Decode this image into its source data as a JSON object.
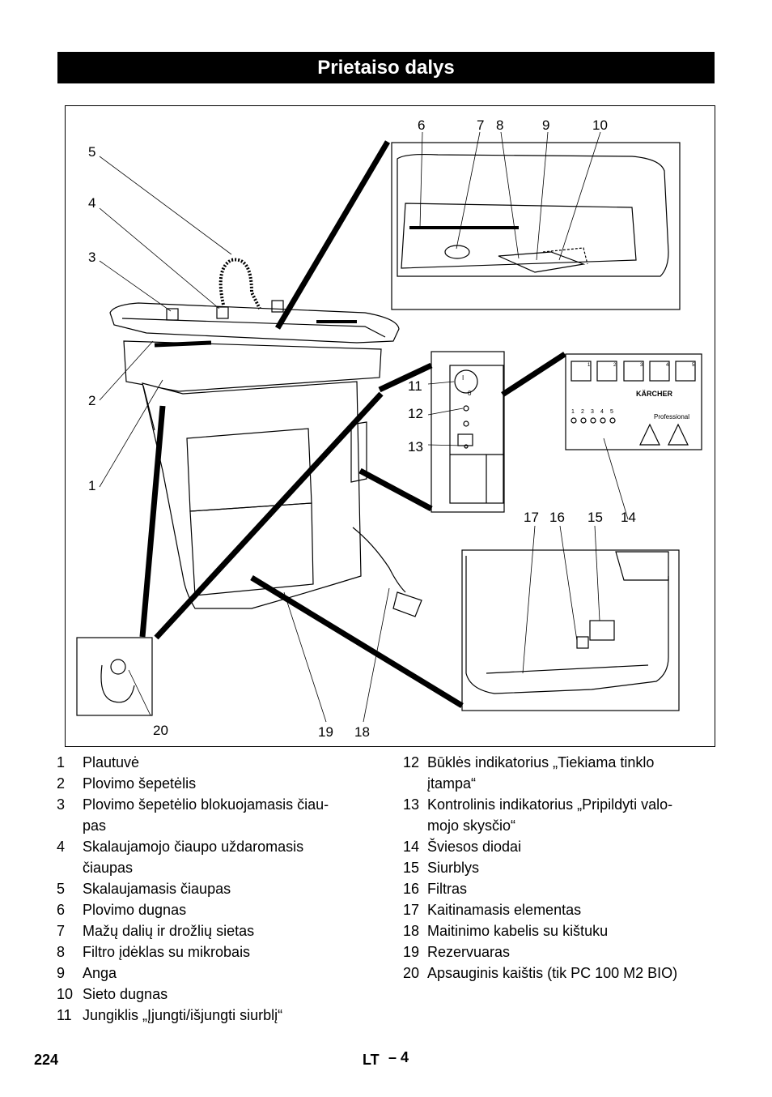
{
  "page_title": "Prietaiso dalys",
  "figure": {
    "callouts": [
      {
        "n": "6"
      },
      {
        "n": "7"
      },
      {
        "n": "8"
      },
      {
        "n": "9"
      },
      {
        "n": "10"
      },
      {
        "n": "5"
      },
      {
        "n": "4"
      },
      {
        "n": "3"
      },
      {
        "n": "2"
      },
      {
        "n": "1"
      },
      {
        "n": "11"
      },
      {
        "n": "12"
      },
      {
        "n": "13"
      },
      {
        "n": "17"
      },
      {
        "n": "16"
      },
      {
        "n": "15"
      },
      {
        "n": "14"
      },
      {
        "n": "20"
      },
      {
        "n": "19"
      },
      {
        "n": "18"
      }
    ],
    "panel_brand": "KÄRCHER",
    "panel_label": "Professional",
    "led_numbers": [
      "1",
      "2",
      "3",
      "4",
      "5"
    ],
    "switch_marks": [
      "I",
      "0"
    ],
    "icon_numbers": [
      "1",
      "2",
      "3",
      "4",
      "5"
    ]
  },
  "legend_left": [
    {
      "num": "1",
      "text": "Plautuvė"
    },
    {
      "num": "2",
      "text": "Plovimo šepetėlis"
    },
    {
      "num": "3",
      "text": "Plovimo šepetėlio blokuojamasis čiau-"
    },
    {
      "num": "",
      "text": "pas"
    },
    {
      "num": "4",
      "text": "Skalaujamojo čiaupo uždaromasis"
    },
    {
      "num": "",
      "text": "čiaupas"
    },
    {
      "num": "5",
      "text": "Skalaujamasis čiaupas"
    },
    {
      "num": "6",
      "text": "Plovimo dugnas"
    },
    {
      "num": "7",
      "text": "Mažų dalių ir drožlių sietas"
    },
    {
      "num": "8",
      "text": "Filtro įdėklas su mikrobais"
    },
    {
      "num": "9",
      "text": "Anga"
    },
    {
      "num": "10",
      "text": "Sieto dugnas"
    },
    {
      "num": "11",
      "text": "Jungiklis „Įjungti/išjungti siurblį“"
    }
  ],
  "legend_right": [
    {
      "num": "12",
      "text": "Būklės indikatorius „Tiekiama tinklo"
    },
    {
      "num": "",
      "text": "įtampa“"
    },
    {
      "num": "13",
      "text": "Kontrolinis indikatorius „Pripildyti valo-"
    },
    {
      "num": "",
      "text": "mojo skysčio“"
    },
    {
      "num": "14",
      "text": "Šviesos diodai"
    },
    {
      "num": "15",
      "text": "Siurblys"
    },
    {
      "num": "16",
      "text": "Filtras"
    },
    {
      "num": "17",
      "text": "Kaitinamasis elementas"
    },
    {
      "num": "18",
      "text": "Maitinimo kabelis su kištuku"
    },
    {
      "num": "19",
      "text": "Rezervuaras"
    },
    {
      "num": "20",
      "text": "Apsauginis kaištis (tik PC 100 M2 BIO)"
    }
  ],
  "footer": {
    "page_number": "224",
    "lang": "LT",
    "dash_page": "– 4"
  }
}
